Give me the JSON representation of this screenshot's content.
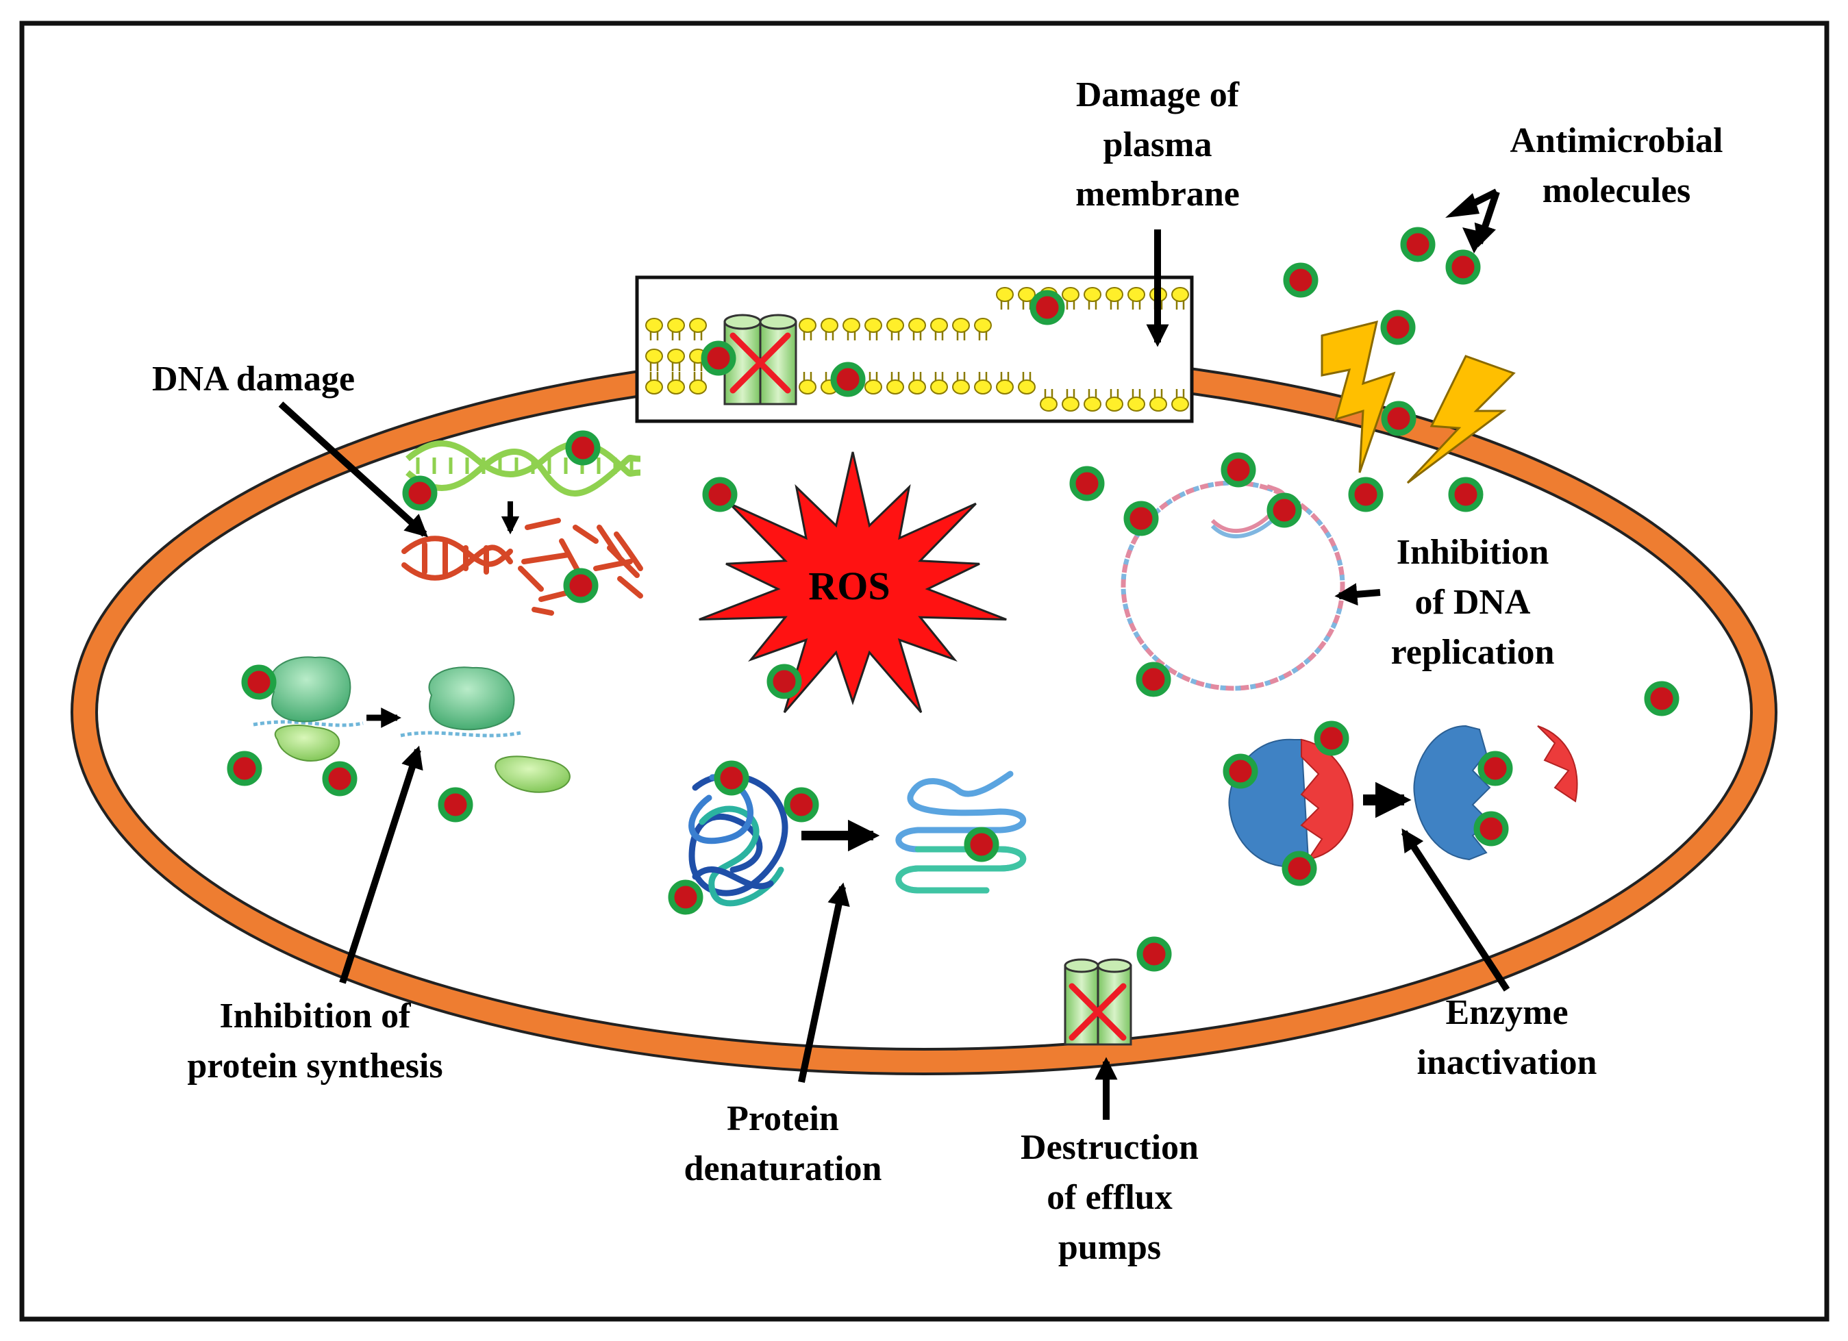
{
  "labels": {
    "membrane_damage": [
      "Damage of",
      "plasma",
      "membrane"
    ],
    "antimicrobial": [
      "Antimicrobial",
      "molecules"
    ],
    "dna_damage": [
      "DNA damage"
    ],
    "ros": "ROS",
    "dna_replication": [
      "Inhibition",
      "of DNA",
      "replication"
    ],
    "protein_synthesis": [
      "Inhibition of",
      "protein synthesis"
    ],
    "denaturation": [
      "Protein",
      "denaturation"
    ],
    "efflux": [
      "Destruction",
      "of efflux",
      "pumps"
    ],
    "enzyme": [
      "Enzyme",
      "inactivation"
    ]
  },
  "colors": {
    "cell_wall": "#ee7d31",
    "cell_wall_outline": "#222222",
    "particle_core": "#c8141b",
    "particle_ring": "#1fa244",
    "ros_fill": "#ff1212",
    "lightning": "#ffbf00",
    "lipid": "#ffef2a",
    "channel": "#9fdd86",
    "dna_intact": "#8fd14f",
    "dna_damaged": "#d64727",
    "ribosome": "#5fc28b",
    "enzyme": "#3f82c4",
    "substrate": "#ec3b3b",
    "cross": "#ee1c25",
    "arrow": "#000000"
  }
}
